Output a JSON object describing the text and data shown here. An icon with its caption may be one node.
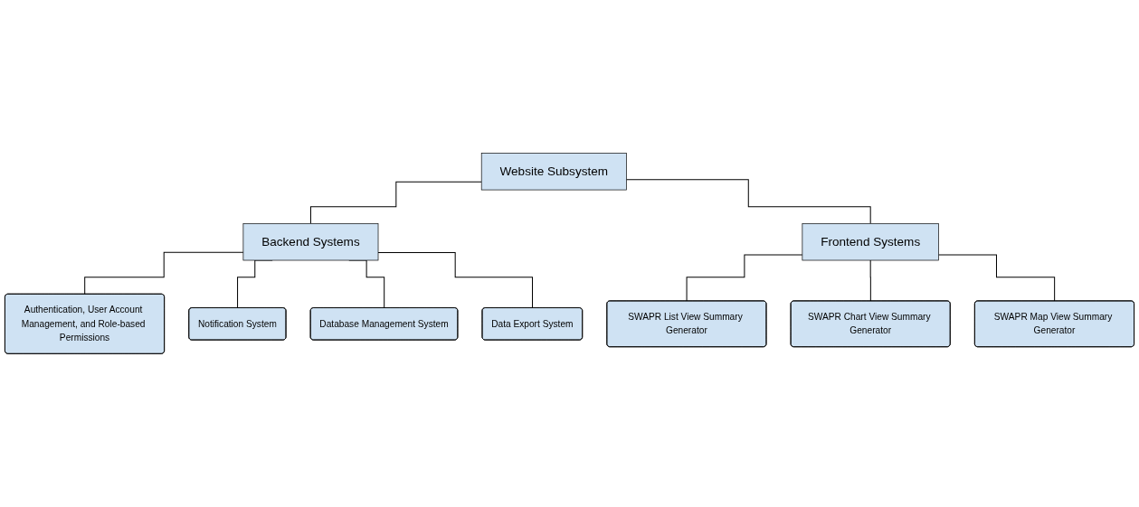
{
  "diagram": {
    "nodes": [
      {
        "text": [
          "Website Subsystem"
        ]
      },
      {
        "text": [
          "Backend Systems"
        ]
      },
      {
        "text": [
          "Frontend Systems"
        ]
      },
      {
        "text": [
          "Authentication, User Account Management, and Role-based Permissions"
        ]
      },
      {
        "text": [
          "Notification System"
        ]
      },
      {
        "text": [
          "Database Management System"
        ]
      },
      {
        "text": [
          "Data Export System"
        ]
      },
      {
        "text": [
          "SWAPR List View Summary Generator"
        ]
      },
      {
        "text": [
          "SWAPR Map View Summary Generator"
        ]
      },
      {
        "text": [
          "SWAPR Chart View Summary Generator"
        ]
      }
    ],
    "edges": [
      {
        "from": 0,
        "to": 1,
        "arrow": "none"
      },
      {
        "from": 0,
        "to": 2,
        "arrow": "none"
      },
      {
        "from": 1,
        "to": 3,
        "arrow": "none"
      },
      {
        "from": 1,
        "to": 4,
        "arrow": "none"
      },
      {
        "from": 1,
        "to": 5,
        "arrow": "none"
      },
      {
        "from": 1,
        "to": 6,
        "arrow": "none"
      },
      {
        "from": 2,
        "to": 7,
        "arrow": "none"
      },
      {
        "from": 2,
        "to": 9,
        "arrow": "none"
      },
      {
        "from": 2,
        "to": 8,
        "arrow": "none"
      }
    ]
  }
}
